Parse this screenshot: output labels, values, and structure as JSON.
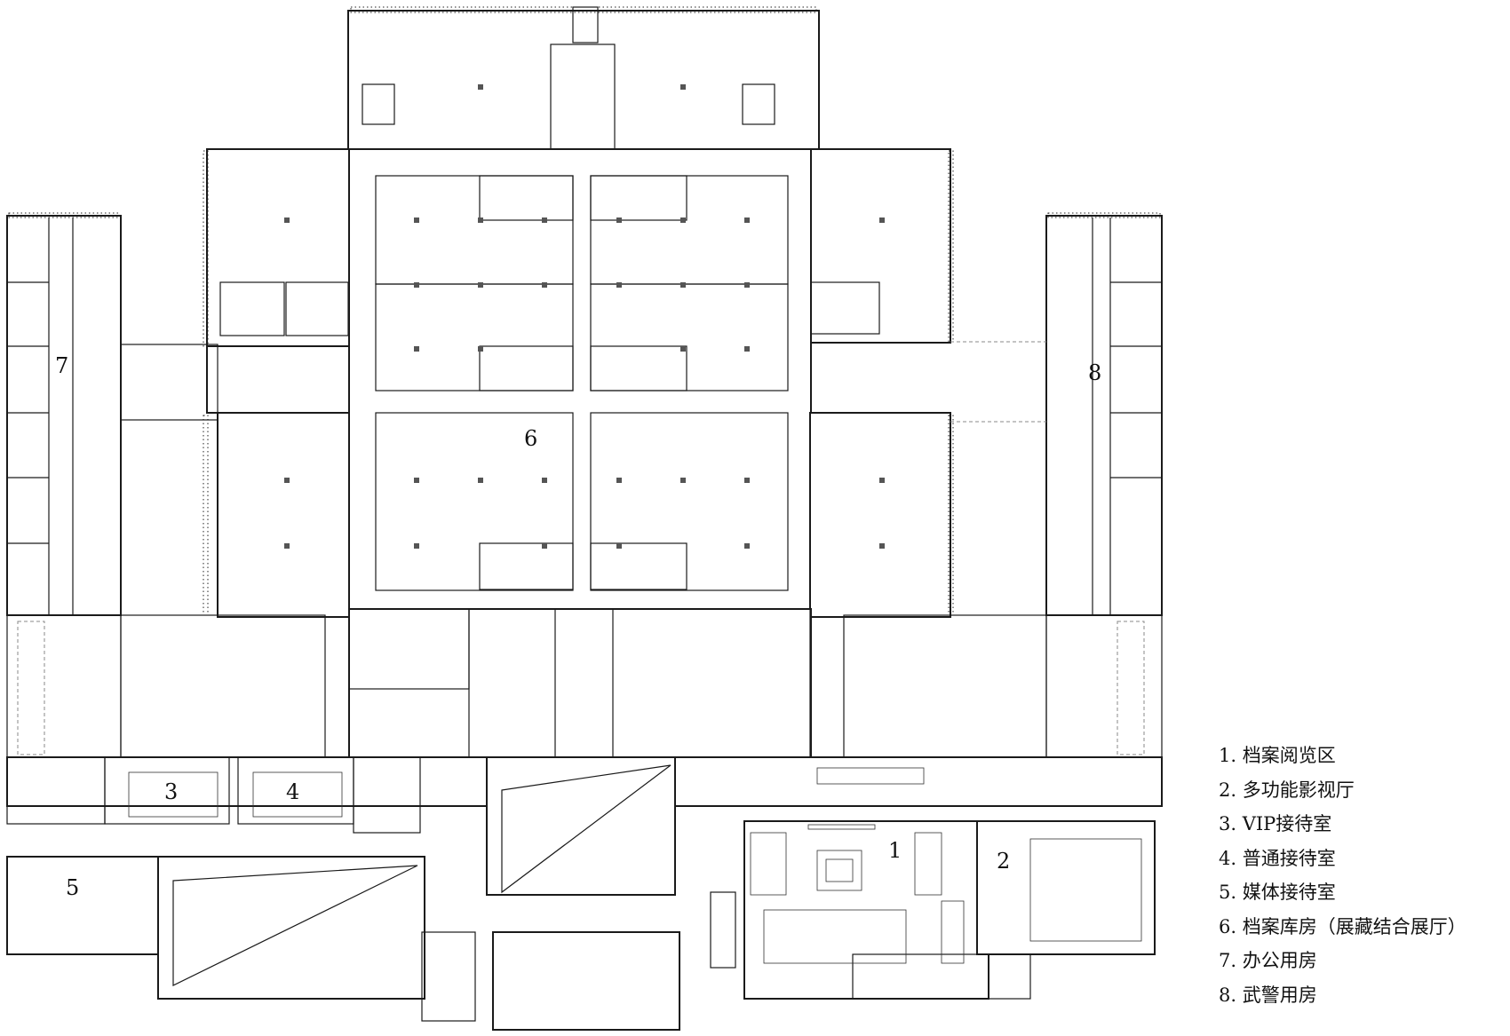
{
  "room_numbers": [
    "1",
    "2",
    "3",
    "4",
    "5",
    "6",
    "7",
    "8"
  ],
  "legend": [
    "1. 档案阅览区",
    "2. 多功能影视厅",
    "3. VIP接待室",
    "4. 普通接待室",
    "5. 媒体接待室",
    "6. 档案库房（展藏结合展厅）",
    "7. 办公用房",
    "8. 武警用房"
  ]
}
